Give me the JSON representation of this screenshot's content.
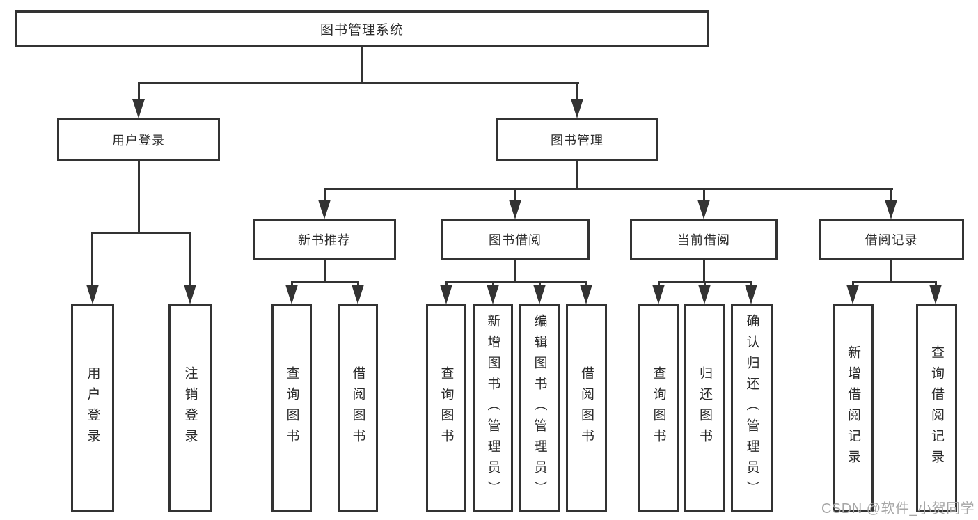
{
  "tree": {
    "root": {
      "label": "图书管理系统",
      "children": [
        {
          "label": "用户登录",
          "children": [
            {
              "label": "用户登录"
            },
            {
              "label": "注销登录"
            }
          ]
        },
        {
          "label": "图书管理",
          "children": [
            {
              "label": "新书推荐",
              "children": [
                {
                  "label": "查询图书"
                },
                {
                  "label": "借阅图书"
                }
              ]
            },
            {
              "label": "图书借阅",
              "children": [
                {
                  "label": "查询图书"
                },
                {
                  "label": "新增图书（管理员）"
                },
                {
                  "label": "编辑图书（管理员）"
                },
                {
                  "label": "借阅图书"
                }
              ]
            },
            {
              "label": "当前借阅",
              "children": [
                {
                  "label": "查询图书"
                },
                {
                  "label": "归还图书"
                },
                {
                  "label": "确认归还（管理员）"
                }
              ]
            },
            {
              "label": "借阅记录",
              "children": [
                {
                  "label": "新增借阅记录"
                },
                {
                  "label": "查询借阅记录"
                }
              ]
            }
          ]
        }
      ]
    }
  },
  "watermark": {
    "text": "CSDN @软件_小贺同学"
  },
  "colors": {
    "line": "#333333",
    "background": "#ffffff",
    "watermark": "#a6a6a6"
  }
}
